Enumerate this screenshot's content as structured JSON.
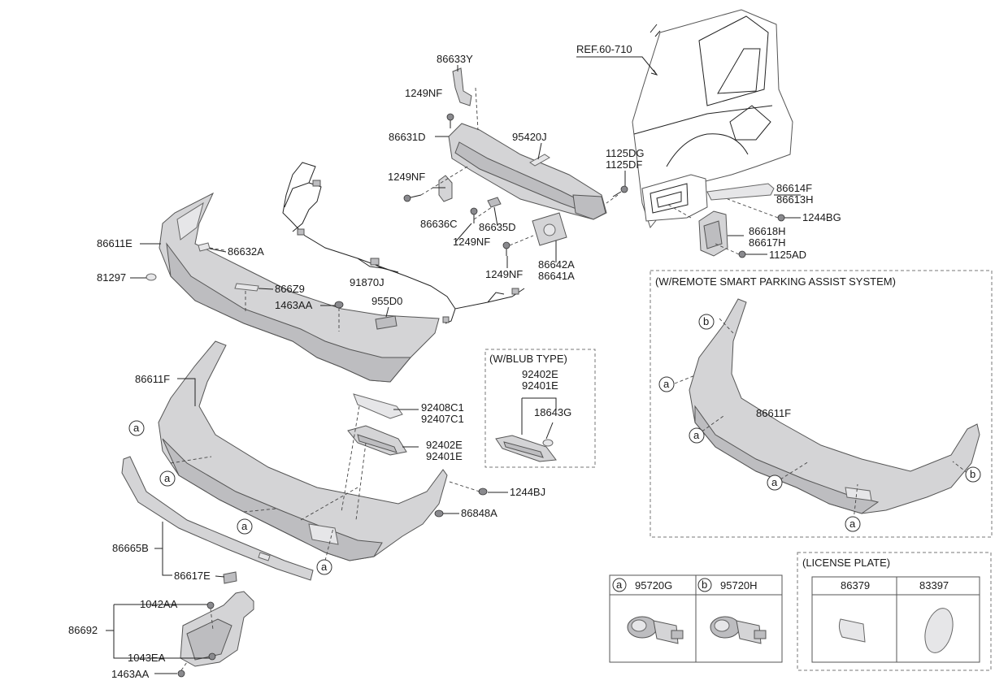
{
  "labels": {
    "ref": "REF.60-710",
    "p86633Y": "86633Y",
    "p1249NF_a": "1249NF",
    "p86631D": "86631D",
    "p95420J": "95420J",
    "p1249NF_b": "1249NF",
    "p86636C": "86636C",
    "p86635D": "86635D",
    "p1249NF_c": "1249NF",
    "p1249NF_d": "1249NF",
    "p86642A": "86642A",
    "p86641A": "86641A",
    "p1125DG": "1125DG",
    "p1125DF": "1125DF",
    "p86614F": "86614F",
    "p86613H": "86613H",
    "p1244BG": "1244BG",
    "p86618H": "86618H",
    "p86617H": "86617H",
    "p1125AD": "1125AD",
    "p86611E": "86611E",
    "p86632A": "86632A",
    "p81297": "81297",
    "p866Z9": "866Z9",
    "p1463AA_a": "1463AA",
    "p91870J": "91870J",
    "p955D0": "955D0",
    "p86611F_a": "86611F",
    "p92408C1": "92408C1",
    "p92407C1": "92407C1",
    "p92402E_a": "92402E",
    "p92401E_a": "92401E",
    "p1244BJ": "1244BJ",
    "p86848A": "86848A",
    "p86665B": "86665B",
    "p86617E": "86617E",
    "p1042AA": "1042AA",
    "p86692": "86692",
    "p1043EA": "1043EA",
    "p1463AA_b": "1463AA",
    "p92402E_b": "92402E",
    "p92401E_b": "92401E",
    "p18643G": "18643G",
    "p86611F_b": "86611F"
  },
  "boxes": {
    "blub_title": "(W/BLUB TYPE)",
    "rspa_title": "(W/REMOTE SMART PARKING ASSIST SYSTEM)",
    "license_title": "(LICENSE PLATE)"
  },
  "sensor_table": {
    "col_a_letter": "a",
    "col_a_part": "95720G",
    "col_b_letter": "b",
    "col_b_part": "95720H"
  },
  "license_table": {
    "col1_part": "86379",
    "col2_part": "83397"
  },
  "markers": {
    "a": "a",
    "b": "b"
  }
}
